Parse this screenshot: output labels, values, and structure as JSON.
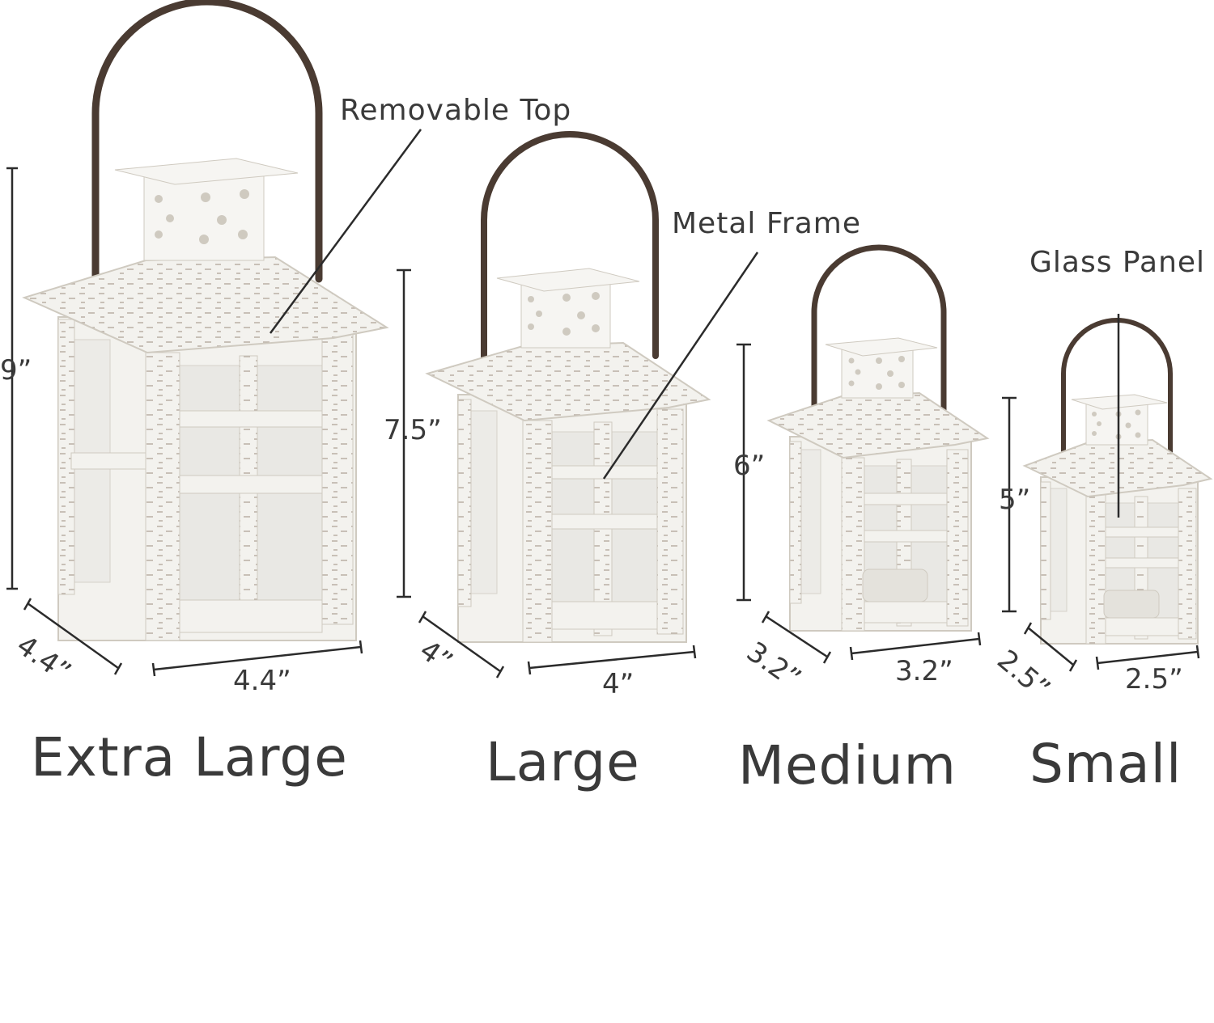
{
  "callouts": {
    "removable_top": "Removable Top",
    "metal_frame": "Metal Frame",
    "glass_panel": "Glass Panel"
  },
  "lanterns": [
    {
      "name": "Extra Large",
      "height": "9”",
      "depth": "4.4”",
      "width": "4.4”"
    },
    {
      "name": "Large",
      "height": "7.5”",
      "depth": "4”",
      "width": "4”"
    },
    {
      "name": "Medium",
      "height": "6”",
      "depth": "3.2”",
      "width": "3.2”"
    },
    {
      "name": "Small",
      "height": "5”",
      "depth": "2.5”",
      "width": "2.5”"
    }
  ],
  "colors": {
    "lantern_white": "#f3f2ee",
    "lantern_edge": "#cfcac0",
    "distress": "#8a7c6c",
    "handle": "#4a3b32",
    "dimension_line": "#2b2b2b",
    "text": "#3a3a3a"
  }
}
